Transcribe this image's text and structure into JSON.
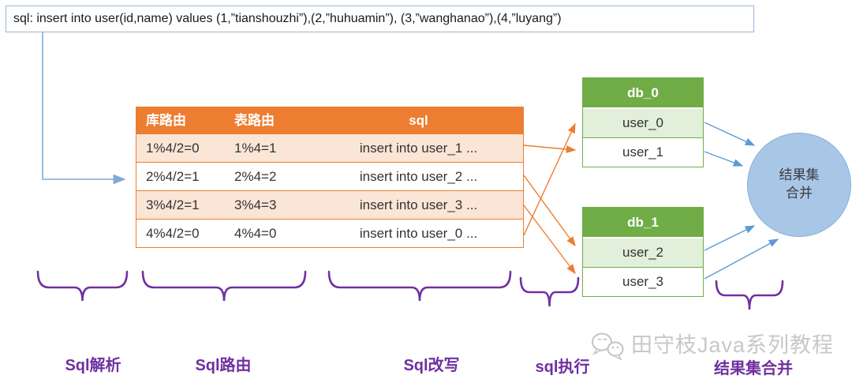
{
  "colors": {
    "orange": "#ED7D31",
    "orange-light": "#FBE5D6",
    "green": "#70AD47",
    "green-light": "#E2EFDA",
    "circle-blue": "#A8C7E7",
    "arrow-blue": "#5B9BD5",
    "arrow-elbow-blue": "#7FA9D9",
    "purple": "#7030A0",
    "sql-box-border": "#9CB6D4",
    "watermark-gray": "#C8C8C8"
  },
  "sql_box": {
    "text": "sql: insert into user(id,name) values (1,”tianshouzhi”),(2,”huhuamin”), (3,”wanghanao”),(4,”luyang”)"
  },
  "routing_table": {
    "headers": [
      "库路由",
      "表路由",
      "sql"
    ],
    "rows": [
      [
        "1%4/2=0",
        "1%4=1",
        "insert into user_1 ..."
      ],
      [
        "2%4/2=1",
        "2%4=2",
        "insert into user_2 ..."
      ],
      [
        "3%4/2=1",
        "3%4=3",
        "insert into user_3 ..."
      ],
      [
        "4%4/2=0",
        "4%4=0",
        "insert into user_0 ..."
      ]
    ]
  },
  "databases": [
    {
      "name": "db_0",
      "tables": [
        "user_0",
        "user_1"
      ]
    },
    {
      "name": "db_1",
      "tables": [
        "user_2",
        "user_3"
      ]
    }
  ],
  "merge_circle": {
    "line1": "结果集",
    "line2": "合并"
  },
  "stage_labels": [
    "Sql解析",
    "Sql路由",
    "Sql改写",
    "sql执行",
    "结果集合并"
  ],
  "watermark": {
    "icon": "wechat-icon",
    "text": "田守枝Java系列教程"
  }
}
